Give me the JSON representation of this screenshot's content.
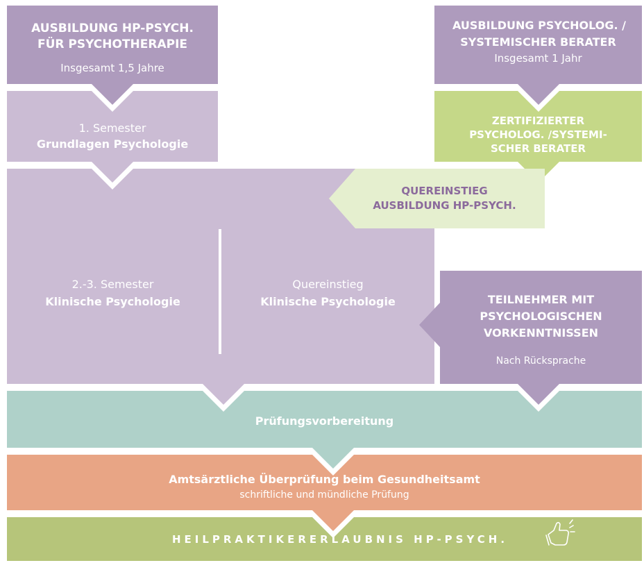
{
  "colors": {
    "purple_dark": "#ae9bbd",
    "purple_light": "#cbbcd4",
    "green_bright": "#c5d888",
    "green_pale": "#e5efcf",
    "teal": "#afd1c9",
    "salmon": "#e8a585",
    "olive": "#b6c57a",
    "text_light": "#ffffff",
    "text_dark": "#8b6a9c"
  },
  "hp_track": {
    "title_line1": "AUSBILDUNG HP-PSYCH.",
    "title_line2": "FÜR PSYCHOTHERAPIE",
    "duration": "Insgesamt 1,5 Jahre"
  },
  "berater_track": {
    "title_line1": "AUSBILDUNG PSYCHOLOG. /",
    "title_line2": "SYSTEMISCHER BERATER",
    "duration": "Insgesamt 1 Jahr"
  },
  "semester1": {
    "label": "1. Semester",
    "subject": "Grundlagen Psychologie"
  },
  "certified": {
    "line1": "ZERTIFIZIERTER",
    "line2": "PSYCHOLOG. /SYSTEMI-",
    "line3": "SCHER BERATER"
  },
  "quereinstieg_box": {
    "line1": "QUEREINSTIEG",
    "line2": "AUSBILDUNG HP-PSYCH."
  },
  "semester23": {
    "label": "2.-3. Semester",
    "subject": "Klinische Psychologie"
  },
  "quereinstieg_clinical": {
    "label": "Quereinstieg",
    "subject": "Klinische Psychologie"
  },
  "participants": {
    "line1": "TEILNEHMER MIT",
    "line2": "PSYCHOLOGISCHEN",
    "line3": "VORKENNTNISSEN",
    "note": "Nach Rücksprache"
  },
  "exam_prep": {
    "label": "Prüfungsvorbereitung"
  },
  "official_exam": {
    "label": "Amtsärztliche Überprüfung beim Gesundheitsamt",
    "sub": "schriftliche und mündliche Prüfung"
  },
  "license": {
    "label": "HEILPRAKTIKERERLAUBNIS HP-PSYCH.",
    "icon": "thumbs-up-icon"
  }
}
